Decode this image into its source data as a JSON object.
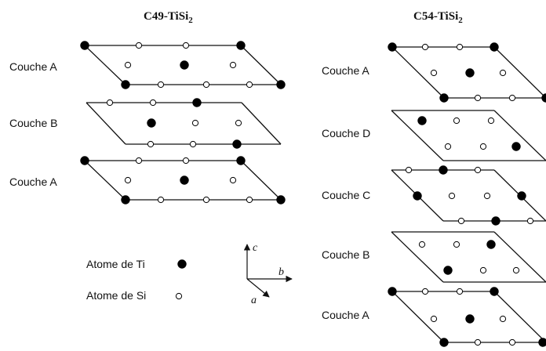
{
  "titles": {
    "c49": "C49-TiSi",
    "c49_sub": "2",
    "c54": "C54-TiSi",
    "c54_sub": "2"
  },
  "c49_layers": [
    "Couche A",
    "Couche B",
    "Couche A"
  ],
  "c54_layers": [
    "Couche A",
    "Couche D",
    "Couche C",
    "Couche B",
    "Couche A"
  ],
  "legend": {
    "ti": "Atome de Ti",
    "si": "Atome de Si"
  },
  "axes": {
    "c": "c",
    "b": "b",
    "a": "a"
  },
  "colors": {
    "line": "#111111",
    "ti_fill": "#000000",
    "si_fill": "#ffffff"
  }
}
